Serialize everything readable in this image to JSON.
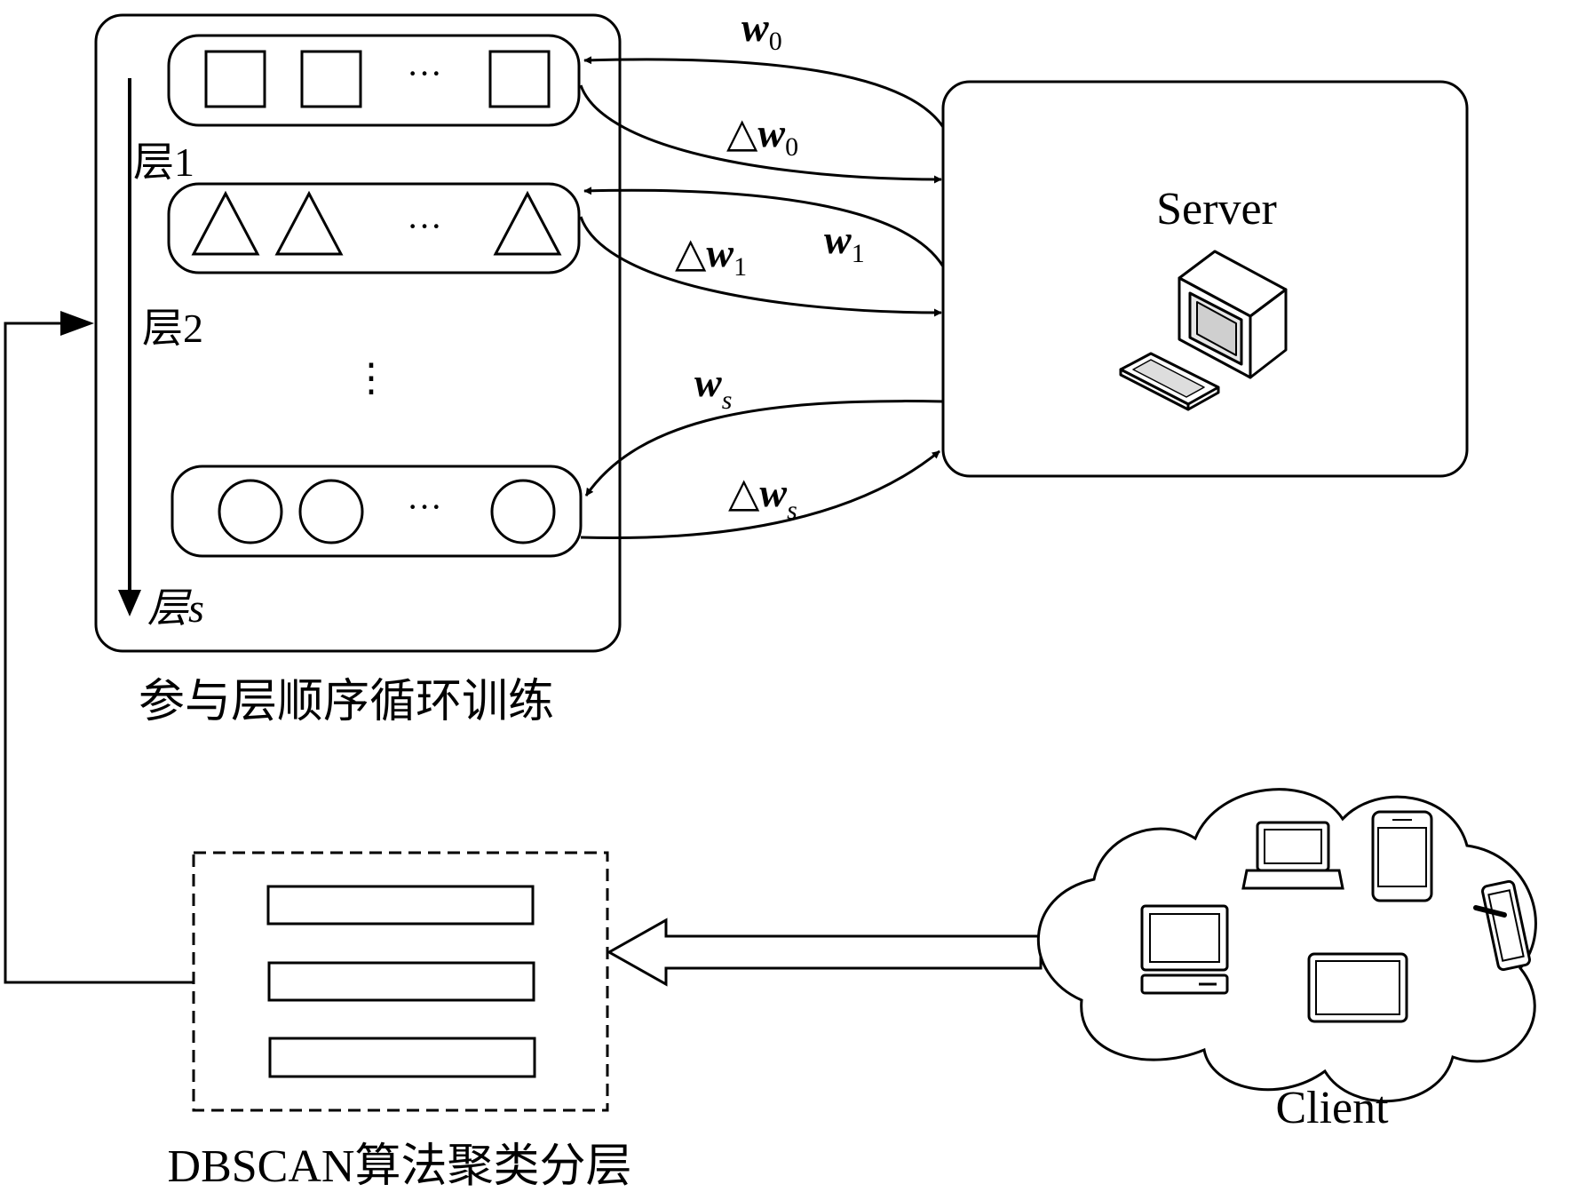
{
  "layers_panel": {
    "caption": "参与层顺序循环训练",
    "layer_labels": [
      "层1",
      "层2",
      "层s"
    ],
    "vertical_ellipsis": "⋮",
    "row_ellipsis": "···"
  },
  "server": {
    "label": "Server",
    "icon": "desktop-computer-icon"
  },
  "client": {
    "label": "Client",
    "icons": [
      "laptop-icon",
      "smartphone-icon",
      "desktop-computer-icon",
      "tablet-icon",
      "tablet-touch-icon"
    ]
  },
  "clustering": {
    "caption": "DBSCAN算法聚类分层",
    "bars": 3
  },
  "exchanges": [
    {
      "name": "w",
      "sub": "0",
      "prefix": ""
    },
    {
      "name": "w",
      "sub": "0",
      "prefix": "△"
    },
    {
      "name": "w",
      "sub": "1",
      "prefix": "△"
    },
    {
      "name": "w",
      "sub": "1",
      "prefix": ""
    },
    {
      "name": "w",
      "sub": "s",
      "prefix": ""
    },
    {
      "name": "w",
      "sub": "s",
      "prefix": "△"
    }
  ],
  "colors": {
    "stroke": "#000000",
    "fill": "#ffffff"
  }
}
